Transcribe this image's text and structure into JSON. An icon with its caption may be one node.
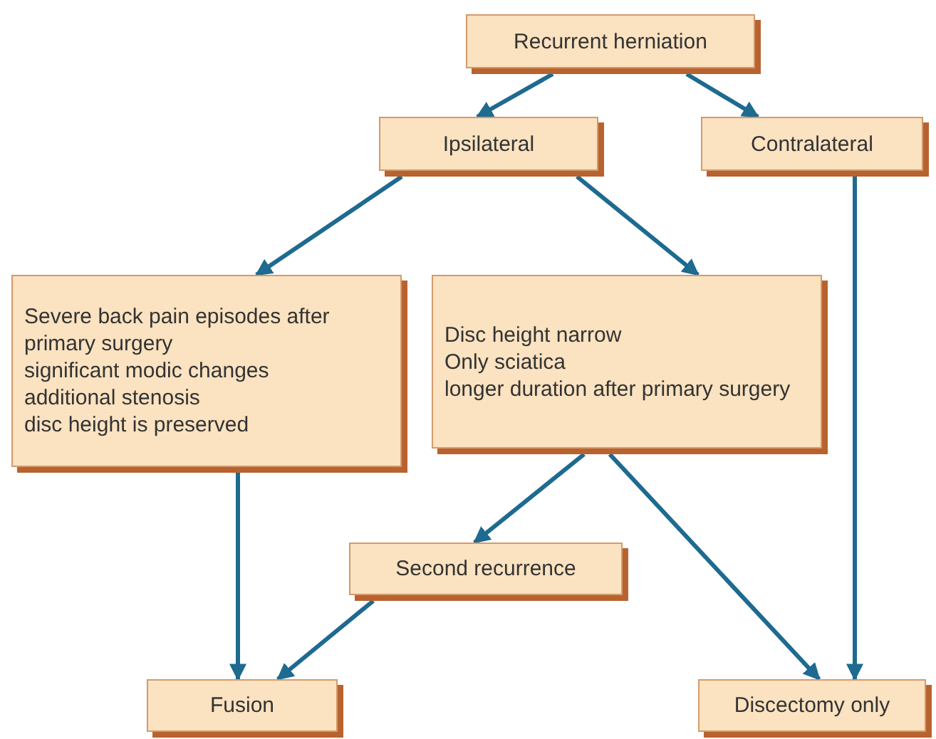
{
  "diagram": {
    "nodes": [
      {
        "text": [
          "Recurrent herniation"
        ]
      },
      {
        "text": [
          "Ipsilateral"
        ]
      },
      {
        "text": [
          "Contralateral"
        ]
      },
      {
        "text": [
          "Severe back pain episodes after primary surgery",
          "significant modic changes",
          "additional stenosis",
          "disc height is preserved"
        ]
      },
      {
        "text": [
          "Disc height narrow",
          "Only sciatica",
          "longer duration after primary surgery"
        ]
      },
      {
        "text": [
          "Second recurrence"
        ]
      },
      {
        "text": [
          "Fusion"
        ]
      },
      {
        "text": [
          "Discectomy only"
        ]
      }
    ],
    "edges": [
      {
        "from": 0,
        "to": 1,
        "arrow": "to"
      },
      {
        "from": 0,
        "to": 2,
        "arrow": "to"
      },
      {
        "from": 1,
        "to": 3,
        "arrow": "to"
      },
      {
        "from": 1,
        "to": 4,
        "arrow": "to"
      },
      {
        "from": 4,
        "to": 5,
        "arrow": "to"
      },
      {
        "from": 4,
        "to": 7,
        "arrow": "to"
      },
      {
        "from": 3,
        "to": 6,
        "arrow": "to"
      },
      {
        "from": 5,
        "to": 6,
        "arrow": "to"
      },
      {
        "from": 2,
        "to": 7,
        "arrow": "to"
      }
    ]
  }
}
